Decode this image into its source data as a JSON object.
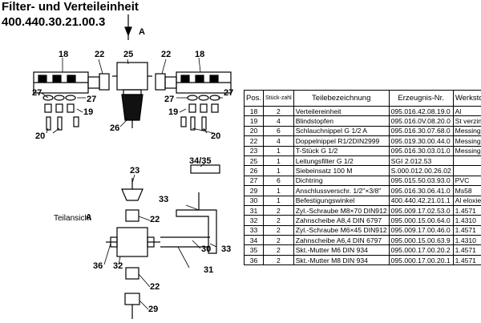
{
  "title": "Filter- und Verteileinheit",
  "part_number": "400.440.30.21.00.3",
  "view_arrow_label": "A",
  "side_view_caption": "Teilansicht",
  "side_view_letter": "A",
  "callouts": {
    "c18a": "18",
    "c22a": "22",
    "c25": "25",
    "c22b": "22",
    "c18b": "18",
    "c27a": "27",
    "c27b": "27",
    "c27c": "27",
    "c27d": "27",
    "c19a": "19",
    "c19b": "19",
    "c20a": "20",
    "c20b": "20",
    "c26": "26",
    "c23": "23",
    "c34": "34/35",
    "c33a": "33",
    "c22c": "22",
    "c30": "30",
    "c33b": "33",
    "c36": "36",
    "c32": "32",
    "c31": "31",
    "c22d": "22",
    "c29": "29"
  },
  "table": {
    "headers": {
      "pos": "Pos.",
      "stk": "Stück-zahl",
      "bez": "Teilebezeichnung",
      "nr": "Erzeugnis-Nr.",
      "ws": "Werkstoff"
    },
    "rows": [
      {
        "pos": "18",
        "stk": "2",
        "bez": "Verteilereinheit",
        "nr": "095.016.42.08.19.0",
        "ws": "Al"
      },
      {
        "pos": "19",
        "stk": "4",
        "bez": "Blindstopfen",
        "nr": "095.016.0V.08.20.0",
        "ws": "St verzinkt"
      },
      {
        "pos": "20",
        "stk": "6",
        "bez": "Schlauchnippel G 1/2 A",
        "nr": "095.016.30.07.68.0",
        "ws": "Messing"
      },
      {
        "pos": "22",
        "stk": "4",
        "bez": "Doppelnippel R1/2DIN2999",
        "nr": "095.019.30.00.44.0",
        "ws": "Messing"
      },
      {
        "pos": "23",
        "stk": "1",
        "bez": "T-Stück G 1/2",
        "nr": "095.016.30.03.01.0",
        "ws": "Messing"
      },
      {
        "pos": "25",
        "stk": "1",
        "bez": "Leitungsfilter G 1/2",
        "nr": "SGI 2.012.53",
        "ws": ""
      },
      {
        "pos": "26",
        "stk": "1",
        "bez": "Siebeinsatz 100 M",
        "nr": "S.000.012.00.26.02",
        "ws": ""
      },
      {
        "pos": "27",
        "stk": "6",
        "bez": "Dichtring",
        "nr": "095.015.50.03.93.0",
        "ws": "PVC"
      },
      {
        "pos": "29",
        "stk": "1",
        "bez": "Anschlussverschr. 1/2\"×3/8\"",
        "nr": "095.016.30.06.41.0",
        "ws": "Ms58"
      },
      {
        "pos": "30",
        "stk": "1",
        "bez": "Befestigungswinkel",
        "nr": "400.440.42.21.01.1",
        "ws": "Al eloxiert"
      },
      {
        "pos": "31",
        "stk": "2",
        "bez": "Zyl.-Schraube M8×70 DIN912",
        "nr": "095.009.17.02.53.0",
        "ws": "1.4571"
      },
      {
        "pos": "32",
        "stk": "2",
        "bez": "Zahnscheibe A8,4 DIN 6797",
        "nr": "095.000.15.00.64.0",
        "ws": "1.4310"
      },
      {
        "pos": "33",
        "stk": "2",
        "bez": "Zyl.-Schraube M6×45 DIN912",
        "nr": "095.009.17.00.46.0",
        "ws": "1.4571"
      },
      {
        "pos": "34",
        "stk": "2",
        "bez": "Zahnscheibe A6,4 DIN 6797",
        "nr": "095.000.15.00.63.9",
        "ws": "1.4310"
      },
      {
        "pos": "35",
        "stk": "2",
        "bez": "Skt.-Mutter M6 DIN 934",
        "nr": "095.000.17.00.20.2",
        "ws": "1.4571"
      },
      {
        "pos": "36",
        "stk": "2",
        "bez": "Skt.-Mutter M8 DIN 934",
        "nr": "095.000.17.00.20.1",
        "ws": "1.4571"
      }
    ]
  }
}
